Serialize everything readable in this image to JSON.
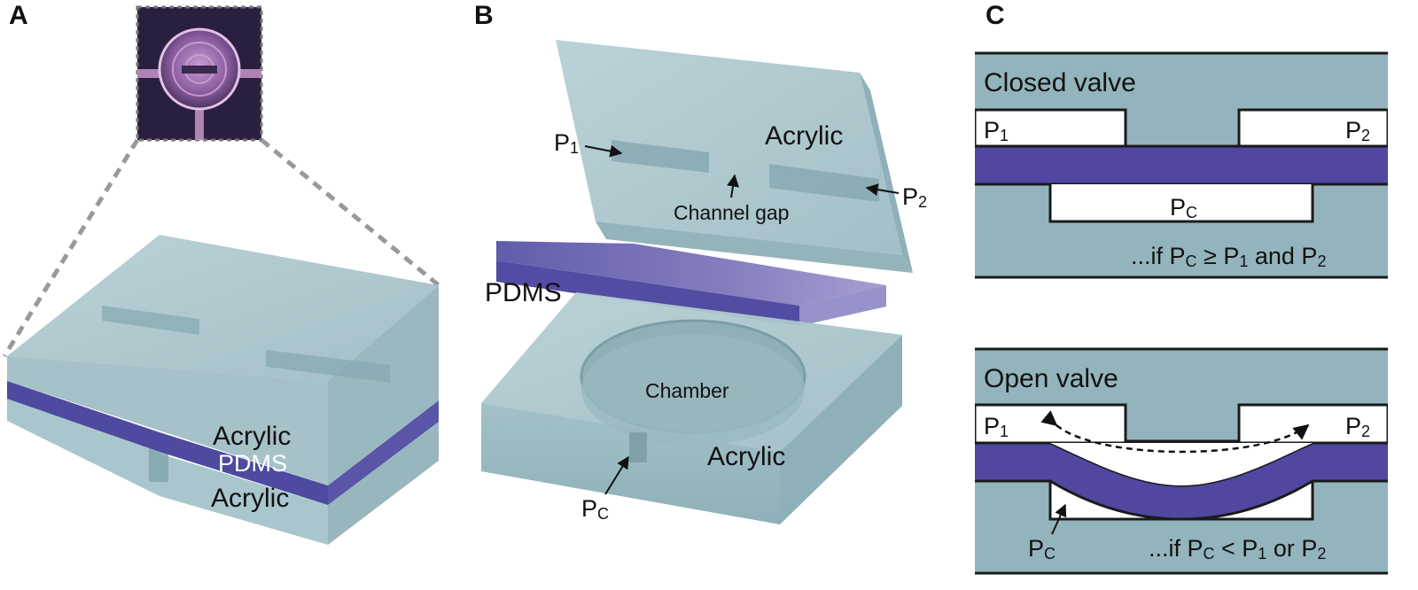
{
  "panels": {
    "a": {
      "letter": "A",
      "layers": {
        "top": "Acrylic",
        "middle": "PDMS",
        "bottom": "Acrylic"
      }
    },
    "b": {
      "letter": "B",
      "top_layer": "Acrylic",
      "middle_layer": "PDMS",
      "bottom_layer": "Acrylic",
      "channel_gap": "Channel gap",
      "chamber": "Chamber",
      "p1": {
        "base": "P",
        "sub": "1"
      },
      "p2": {
        "base": "P",
        "sub": "2"
      },
      "pc": {
        "base": "P",
        "sub": "C"
      }
    },
    "c": {
      "letter": "C",
      "closed": {
        "title": "Closed valve",
        "p1": {
          "base": "P",
          "sub": "1"
        },
        "p2": {
          "base": "P",
          "sub": "2"
        },
        "pc": {
          "base": "P",
          "sub": "C"
        },
        "condition": {
          "t1": "...if P",
          "s1": "C",
          "t2": " ≥ P",
          "s2": "1",
          "t3": " and P",
          "s3": "2"
        }
      },
      "open": {
        "title": "Open valve",
        "p1": {
          "base": "P",
          "sub": "1"
        },
        "p2": {
          "base": "P",
          "sub": "2"
        },
        "pc": {
          "base": "P",
          "sub": "C"
        },
        "condition": {
          "t1": "...if P",
          "s1": "C",
          "t2": " < P",
          "s2": "1",
          "t3": " or P",
          "s3": "2"
        }
      }
    }
  },
  "colors": {
    "acrylic": "#93b4bc",
    "acrylic_light": "#a9c6cc",
    "pdms": "#4f47a0",
    "frame": "#1a1a1a"
  },
  "icons": [
    "microscope-photo-inset",
    "arrow-icon",
    "dashed-double-arrow-icon"
  ]
}
